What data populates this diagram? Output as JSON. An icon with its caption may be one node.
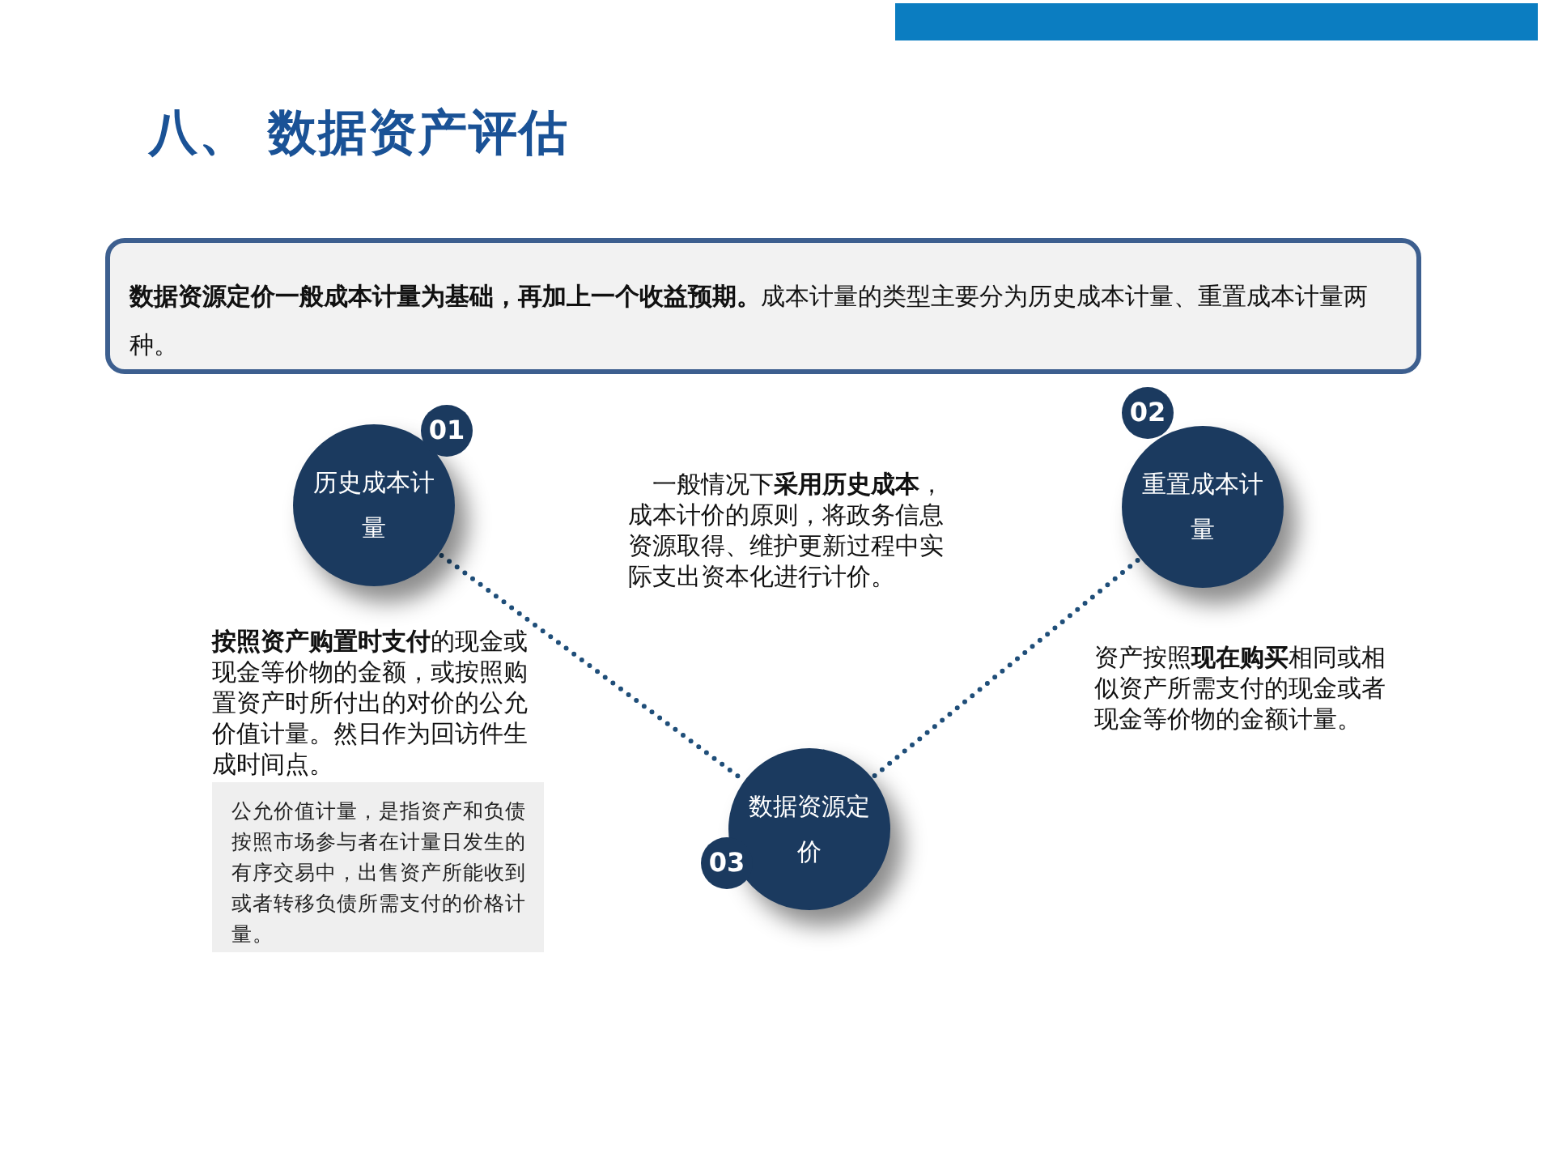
{
  "diagram": {
    "title": "八、 数据资产评估",
    "nodes": [
      {
        "text": [
          "**数据资源定价一般成本计量为基础，再加上一个收益预期。**成本计量的类型主要分为历史成本计量、重置成本计量两种。"
        ]
      },
      {
        "text": [
          "01",
          "历史成本计量"
        ]
      },
      {
        "text": [
          "02",
          "重置成本计量"
        ]
      },
      {
        "text": [
          "03",
          "数据资源定价"
        ]
      },
      {
        "text": [
          "公允价值计量，是指资产和负债按照市场参与者在计量日发生的有序交易中，出售资产所能收到或者转移负债所需支付的价格计量。"
        ]
      }
    ],
    "edges": [
      {
        "from": 1,
        "to": 3,
        "arrow": "none",
        "style": "dashed"
      },
      {
        "from": 2,
        "to": 3,
        "arrow": "none",
        "style": "dashed"
      }
    ],
    "labels": [
      "**按照资产购置时支付**的现金或现金等价物的金额，或按照购置资产时所付出的对价的公允价值计量。然日作为回访件生成时间点。",
      "一般情况下**采用历史成本**，成本计价的原则，将政务信息资源取得、维护更新过程中实际支出资本化进行计价。",
      "资产按照**现在购买**相同或相似资产所需支付的现金或者现金等价物的金额计量。"
    ]
  }
}
